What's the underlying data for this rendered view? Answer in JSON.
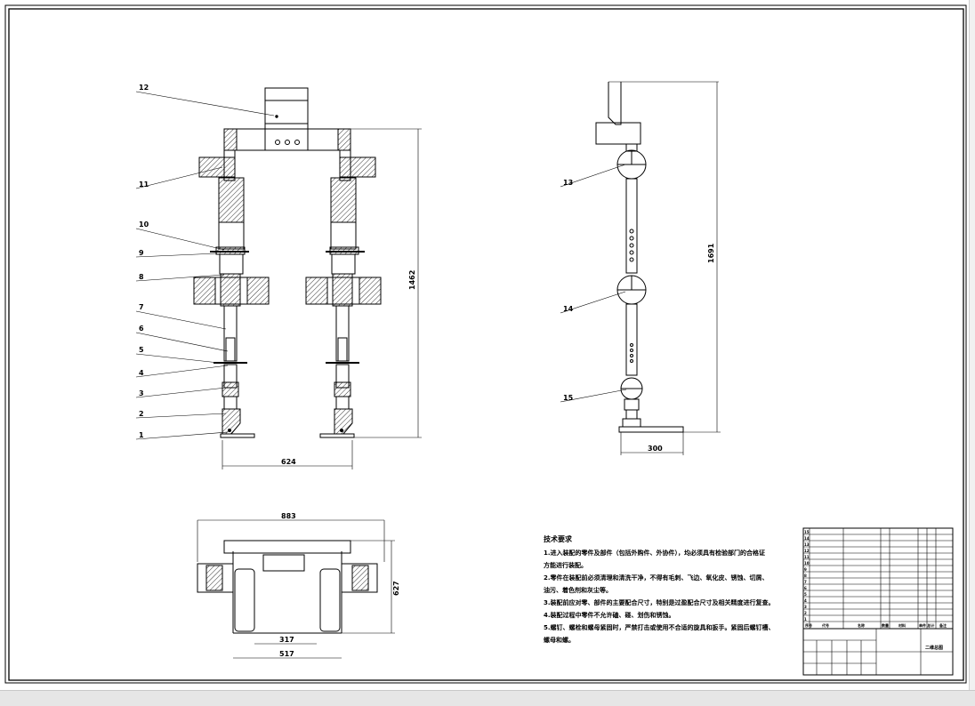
{
  "front_view": {
    "part_labels": [
      "1",
      "2",
      "3",
      "4",
      "5",
      "6",
      "7",
      "8",
      "9",
      "10",
      "11",
      "12"
    ],
    "width_dim": "624",
    "height_dim": "1462"
  },
  "side_view": {
    "part_labels": [
      "13",
      "14",
      "15"
    ],
    "height_dim": "1691",
    "base_dim": "300"
  },
  "top_view": {
    "overall_width_dim": "883",
    "depth_dim": "627",
    "inner_dim": "317",
    "outer_dim": "517"
  },
  "technical_notes": {
    "title": "技术要求",
    "lines": [
      "1.进入装配的零件及部件（包括外购件、外协件），均必须具有检验部门的合格证",
      "方能进行装配。",
      "2.零件在装配前必须清理和清洗干净，不得有毛刺、飞边、氧化皮、锈蚀、切屑、",
      "油污、着色剂和灰尘等。",
      "3.装配前应对零、部件的主要配合尺寸，特别是过盈配合尺寸及相关精度进行复查。",
      "4.装配过程中零件不允许磕、碰、划伤和锈蚀。",
      "5.螺钉、螺栓和螺母紧固时，严禁打击或使用不合适的旋具和扳手。紧固后螺钉槽、",
      "螺母和螺。"
    ]
  },
  "title_block": {
    "header_cols": [
      "序号",
      "代号",
      "名称",
      "数量",
      "材料",
      "单件 总计",
      "备注"
    ],
    "row_numbers": [
      "15",
      "14",
      "13",
      "12",
      "11",
      "10",
      "9",
      "8",
      "7",
      "6",
      "5",
      "4",
      "3",
      "2",
      "1"
    ],
    "drawing_title": "二维总图"
  }
}
